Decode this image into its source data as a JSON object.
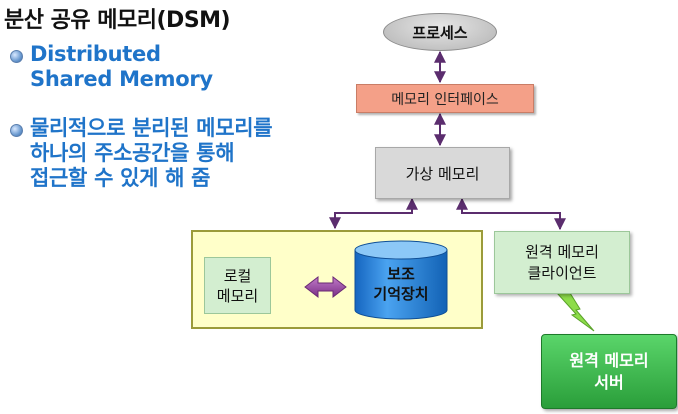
{
  "title": "분산 공유 메모리(DSM)",
  "bullets": [
    {
      "lines": [
        "Distributed",
        "Shared Memory"
      ]
    },
    {
      "lines": [
        "물리적으로 분리된 메모리를",
        "하나의 주소공간을 통해",
        "접근할 수 있게 해 줌"
      ]
    }
  ],
  "diagram": {
    "process": "프로세스",
    "memory_interface": "메모리 인터페이스",
    "virtual_memory": "가상 메모리",
    "local_memory": "로컬\n메모리",
    "secondary_storage": "보조\n기억장치",
    "remote_client": "원격 메모리\n클라이언트",
    "remote_server": "원격 메모리\n서버"
  },
  "colors": {
    "bullet_text": "#1f74c9",
    "memory_interface": "#f4a088",
    "virtual_memory": "#d9d9d9",
    "outer_box": "#ffffc9",
    "green_box": "#d3eed0",
    "server": "#2a9e3a",
    "storage": "#1e7fd6",
    "arrow": "#5b2d6e",
    "double_arrow": "#8e3b96",
    "lightning": "#8ddc4a"
  }
}
